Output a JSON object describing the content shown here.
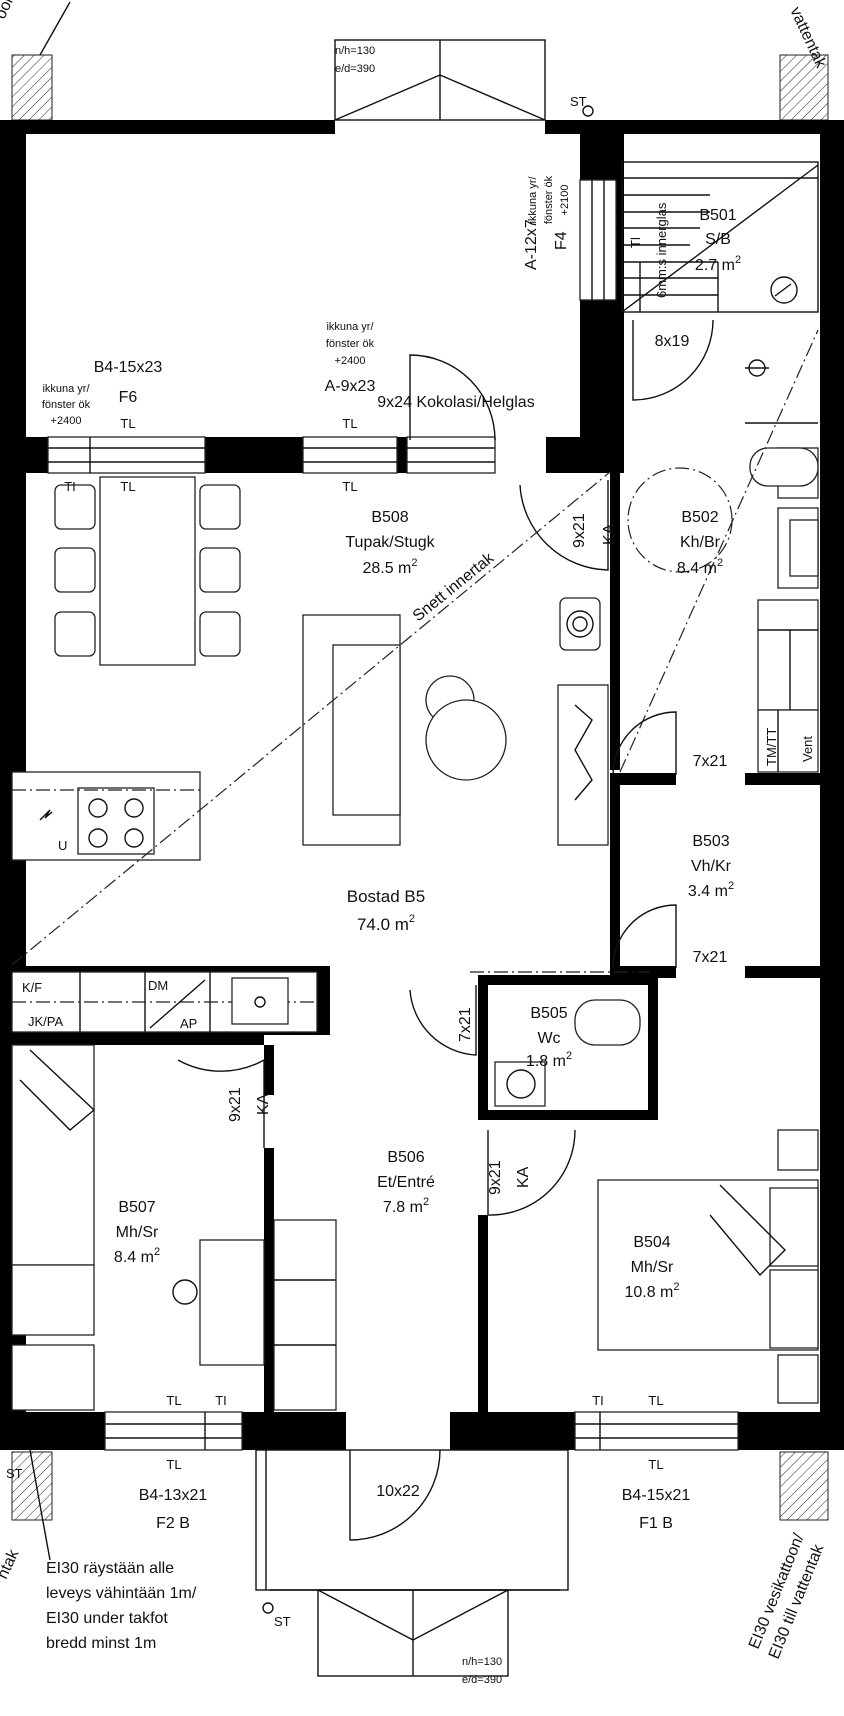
{
  "rooms": {
    "b501": {
      "code": "B501",
      "name": "S/B",
      "area": "2.7 m",
      "sup": "2"
    },
    "b502": {
      "code": "B502",
      "name": "Kh/Br",
      "area": "8.4 m",
      "sup": "2"
    },
    "b503": {
      "code": "B503",
      "name": "Vh/Kr",
      "area": "3.4 m",
      "sup": "2"
    },
    "b504": {
      "code": "B504",
      "name": "Mh/Sr",
      "area": "10.8 m",
      "sup": "2"
    },
    "b505": {
      "code": "B505",
      "name": "Wc",
      "area": "1.8 m",
      "sup": "2"
    },
    "b506": {
      "code": "B506",
      "name": "Et/Entré",
      "area": "7.8 m",
      "sup": "2"
    },
    "b507": {
      "code": "B507",
      "name": "Mh/Sr",
      "area": "8.4 m",
      "sup": "2"
    },
    "b508": {
      "code": "B508",
      "name": "Tupak/Stugk",
      "area": "28.5 m",
      "sup": "2"
    },
    "dwelling": {
      "name": "Bostad B5",
      "area": "74.0 m",
      "sup": "2"
    }
  },
  "windows": {
    "w_f6": {
      "size": "B4-15x23",
      "id": "F6"
    },
    "w_a9": {
      "size": "A-9x23"
    },
    "w_a12": {
      "size": "A-12x7",
      "id": "F4"
    },
    "w_f2b": {
      "size": "B4-13x21",
      "id": "F2 B"
    },
    "w_f1b": {
      "size": "B4-15x21",
      "id": "F1 B"
    },
    "sill_note": {
      "l1": "ikkuna yr/",
      "l2": "fönster ök",
      "l3": "+2400"
    },
    "sill_note_f4": {
      "l1": "ikkuna yr/",
      "l2": "fönster ök",
      "l3": "+2100"
    },
    "glass_note": "9x24 Kokolasi/Helglas",
    "inner_glass": "6mm:s innerglas"
  },
  "doors": {
    "d8x19": "8x19",
    "d9x21": "9x21",
    "ka": "KA",
    "d7x21": "7x21",
    "d10x22": "10x22"
  },
  "marks": {
    "tl": "TL",
    "ti": "TI",
    "tl_lower": "Tl",
    "st": "ST",
    "kf": "K/F",
    "jkpa": "JK/PA",
    "dm": "DM",
    "ap": "AP",
    "u": "U",
    "tmtt": "TM/TT",
    "vent": "Vent",
    "sloped_ceiling": "Snett innertak",
    "canopy": {
      "nh": "n/h=130",
      "ed": "e/d=390"
    }
  },
  "notes": {
    "ei30": {
      "l1": "EI30 räystään alle",
      "l2": "leveys vähintään 1m/",
      "l3": "EI30 under takfot",
      "l4": "bredd minst 1m"
    },
    "roof_left": "oon/",
    "roof_right_top": "vattentak",
    "roof_left_bottom": "ntak",
    "roof_right_a": "EI30 vesikattoon/",
    "roof_right_b": "EI30 till vattentak"
  }
}
